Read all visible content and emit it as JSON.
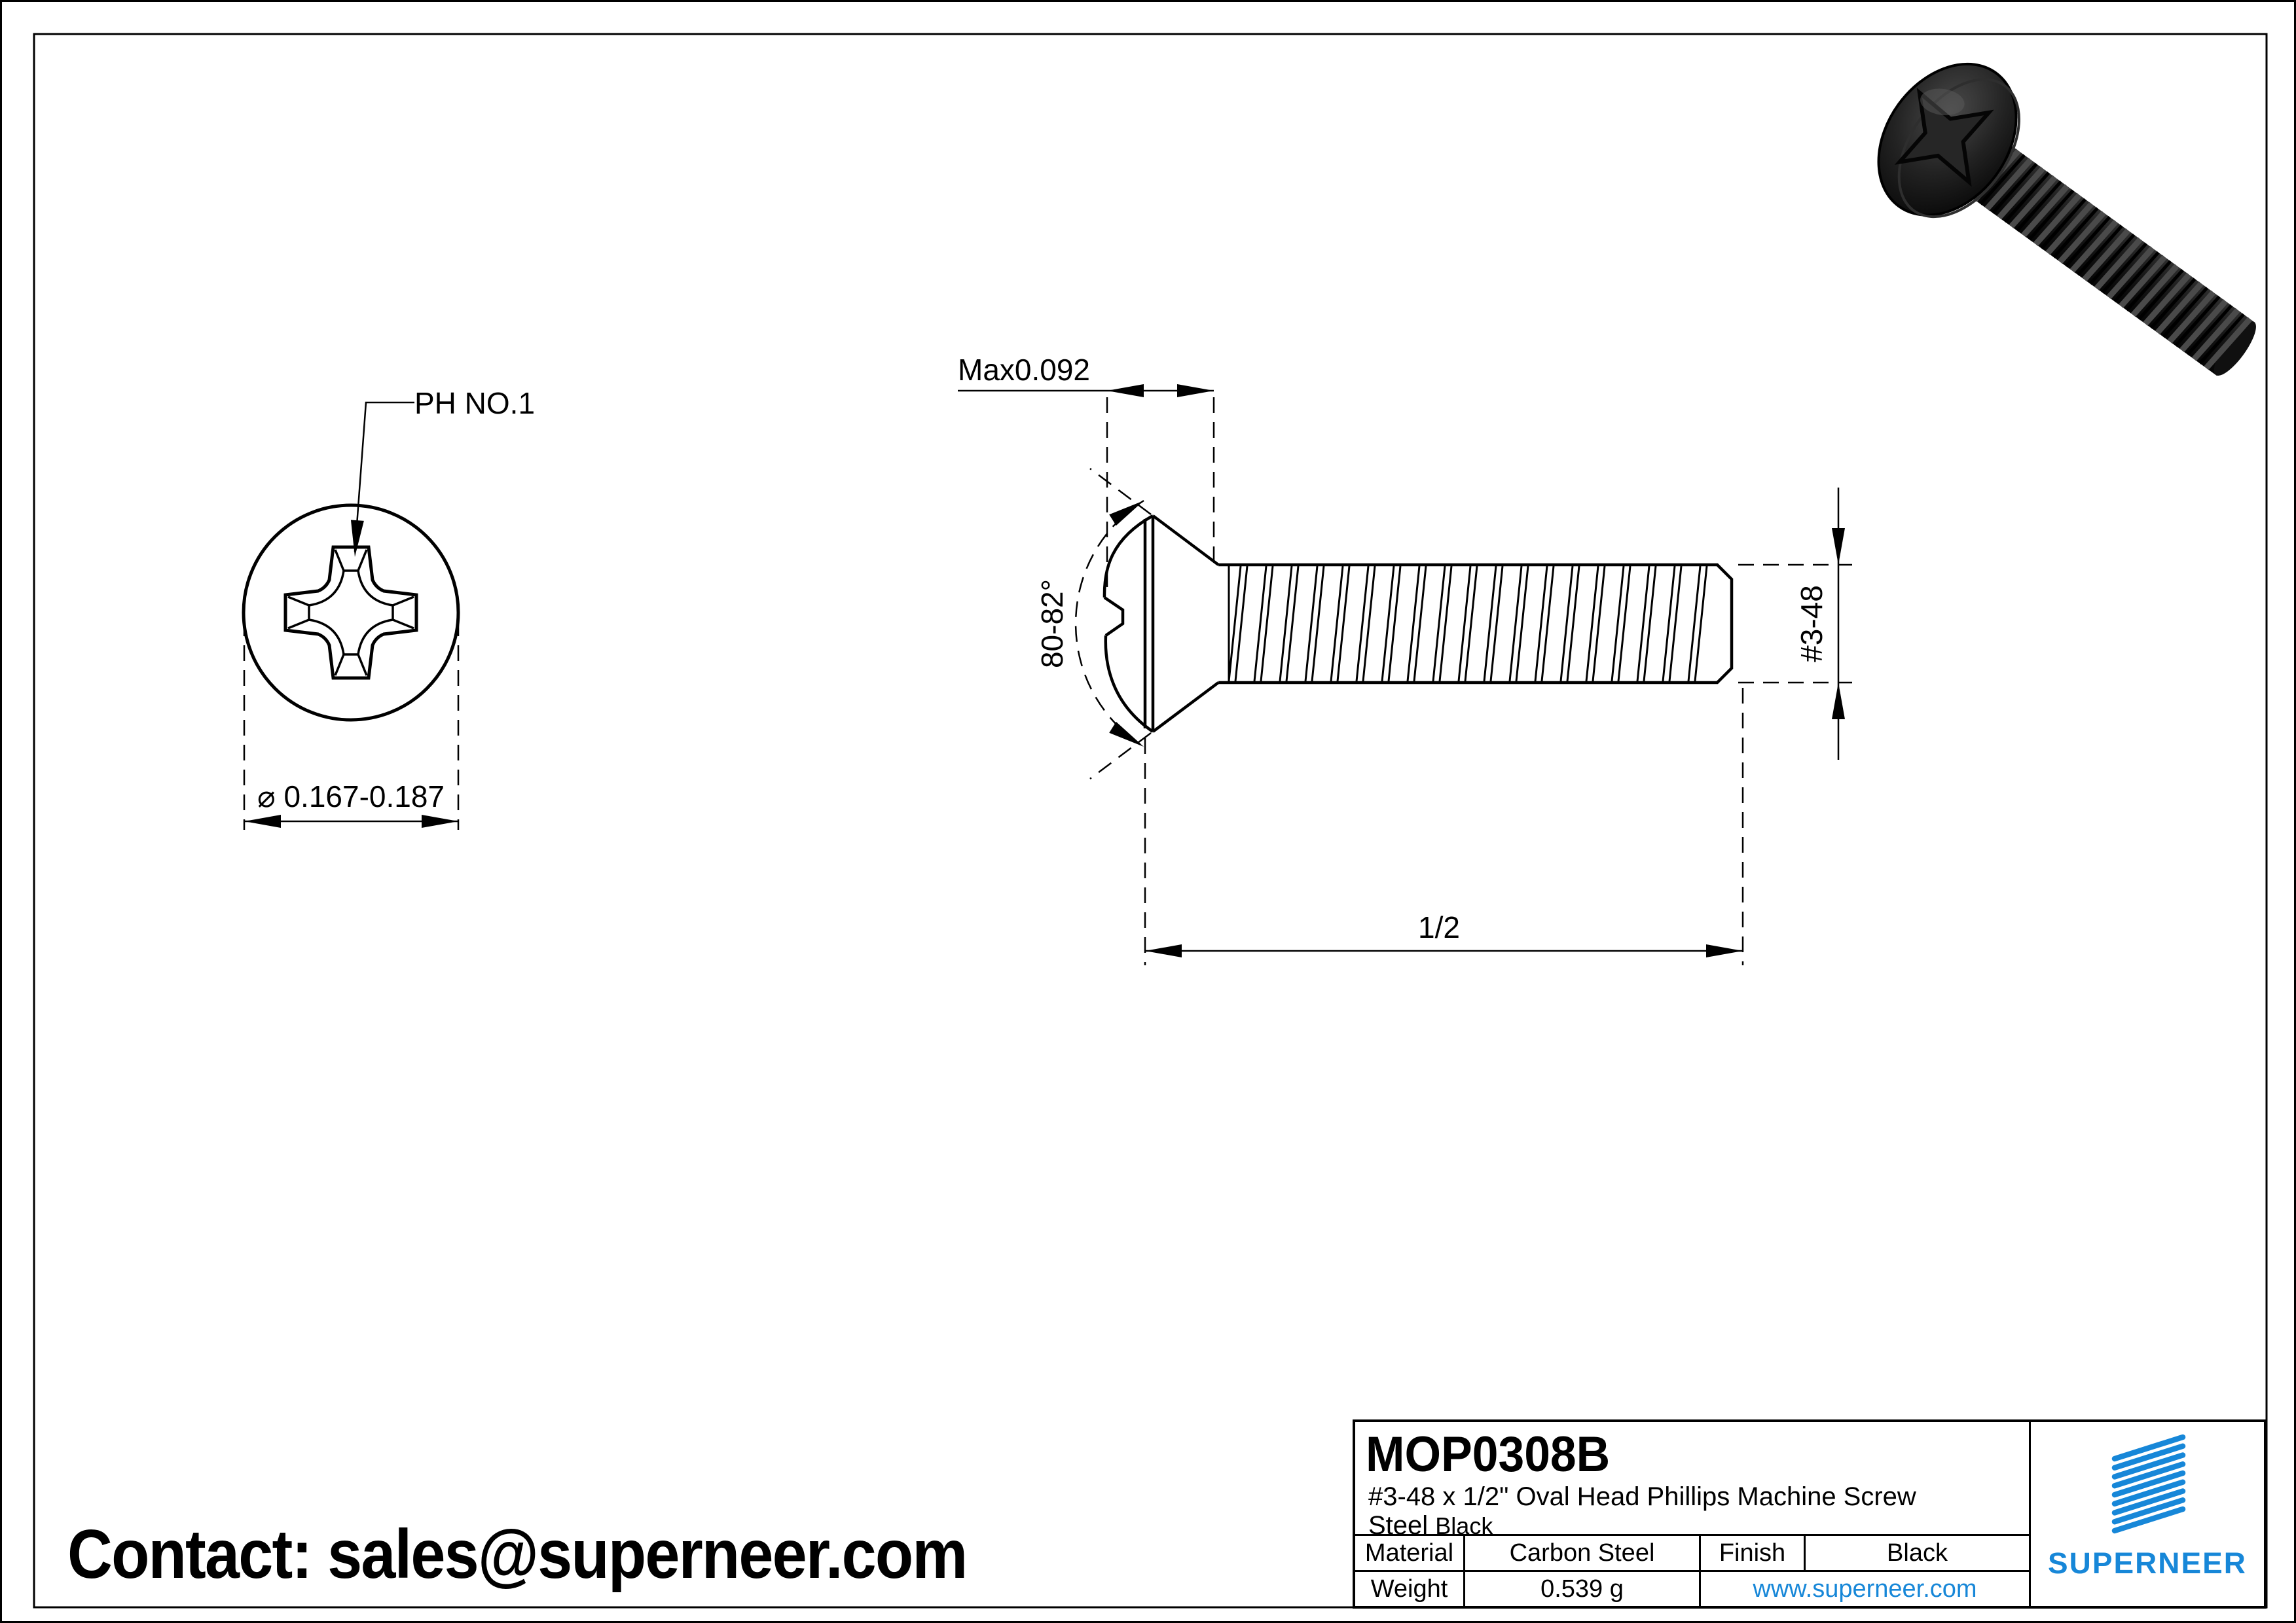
{
  "page": {
    "background": "#ffffff",
    "line_color": "#000000",
    "accent_color": "#1787d8"
  },
  "contact": {
    "text": "Contact: sales@superneer.com"
  },
  "views": {
    "front": {
      "recess_label": "PH NO.1",
      "diameter": "⌀ 0.167-0.187"
    },
    "side": {
      "head_height": "Max0.092",
      "countersink_angle": "80-82°",
      "thread_size": "#3-48",
      "length": "1/2"
    }
  },
  "title_block": {
    "part_number": "MOP0308B",
    "description": "#3-48 x 1/2\" Oval Head Phillips Machine Screw",
    "material_word": "Steel",
    "color_word": "Black",
    "material_label": "Material",
    "material_value": "Carbon Steel",
    "finish_label": "Finish",
    "finish_value": "Black",
    "weight_label": "Weight",
    "weight_value": "0.539 g",
    "website": "www.superneer.com",
    "brand": "SUPERNEER"
  }
}
